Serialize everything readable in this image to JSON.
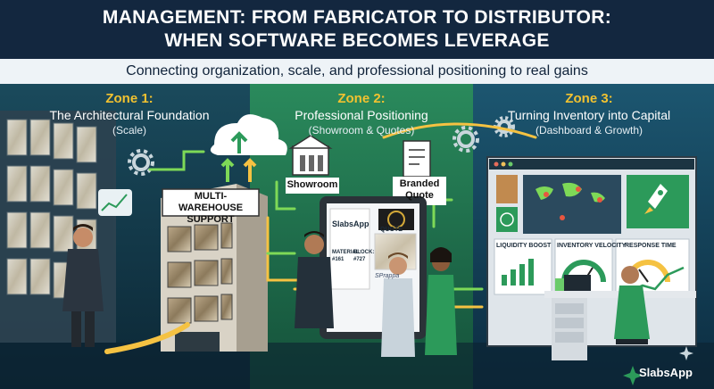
{
  "header": {
    "title_line1": "MANAGEMENT: FROM FABRICATOR TO DISTRIBUTOR:",
    "title_line2": "WHEN SOFTWARE BECOMES LEVERAGE",
    "subtitle": "Connecting organization, scale, and professional positioning to real gains"
  },
  "zones": [
    {
      "number": "Zone 1:",
      "title": "The Architectural Foundation",
      "paren": "(Scale)"
    },
    {
      "number": "Zone 2:",
      "title": "Professional Positioning",
      "paren": "(Showroom & Quotes)"
    },
    {
      "number": "Zone 3:",
      "title": "Turning Inventory into Capital",
      "paren": "(Dashboard & Growth)"
    }
  ],
  "labels": {
    "warehouse_line1": "MULTI-WAREHOUSE",
    "warehouse_line2": "SUPPORT",
    "showroom": "Showroom",
    "branded_line1": "Branded",
    "branded_line2": "Quote",
    "tablet_brand": "SlabsApp",
    "tablet_quote": "QUOTE",
    "tablet_material": "MATERIAL:",
    "tablet_material_id": "#161",
    "tablet_block": "BLOCK:",
    "tablet_block_id": "#727",
    "tablet_signature": "SPrappa",
    "metric_1": "LIQUIDITY BOOST",
    "metric_2": "INVENTORY VELOCITY",
    "metric_3": "RESPONSE TIME",
    "brand_logo": "SlabsApp"
  },
  "colors": {
    "header_bg": "#13273f",
    "subbar_bg": "#eef3f7",
    "zone1_bg": "#143a4a",
    "zone2_bg": "#1d6b4a",
    "zone3_bg": "#134158",
    "accent_yellow": "#f2c230",
    "arrow_green": "#7ed957",
    "arrow_yellow": "#f5c242"
  },
  "icons": [
    "cloud-upload-icon",
    "gear-icon",
    "rocket-icon",
    "globe-icon",
    "pin-icon",
    "brand-star-icon"
  ]
}
